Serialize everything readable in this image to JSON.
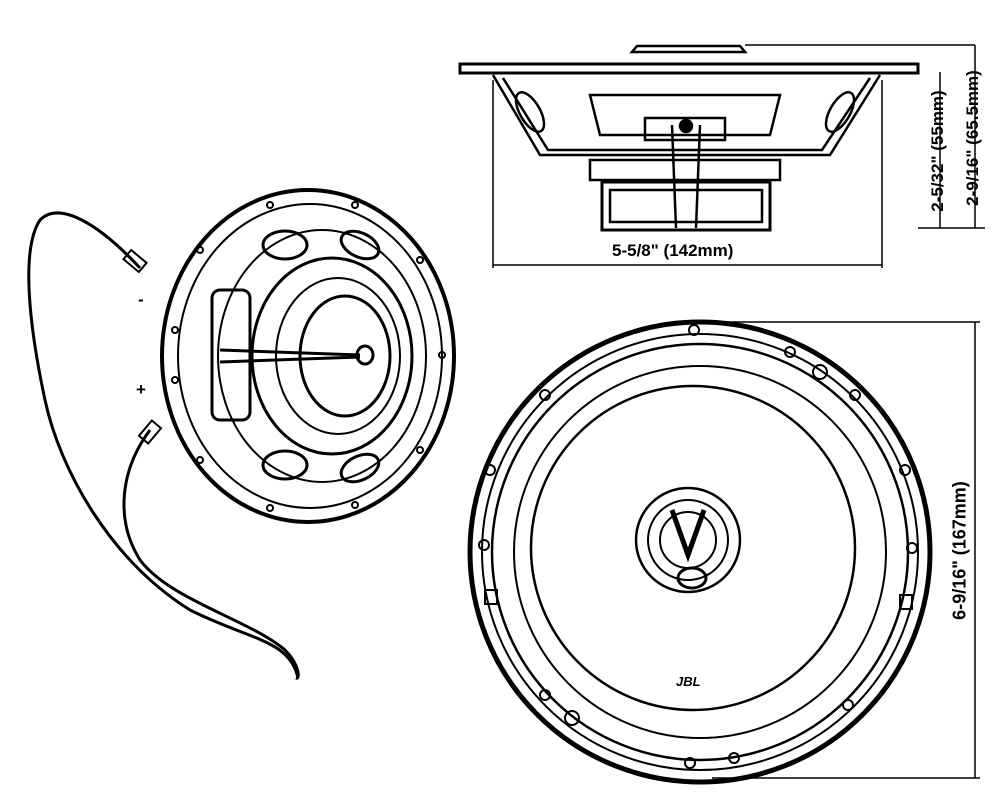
{
  "labels": {
    "negative": "-",
    "positive": "+",
    "width": "5-5/8\" (142mm)",
    "mount_depth": "2-5/32\" (55mm)",
    "total_depth": "2-9/16\" (65.5mm)",
    "diameter": "6-9/16\" (167mm)",
    "logo": "JBL"
  },
  "colors": {
    "line": "#000000",
    "background": "#ffffff"
  }
}
